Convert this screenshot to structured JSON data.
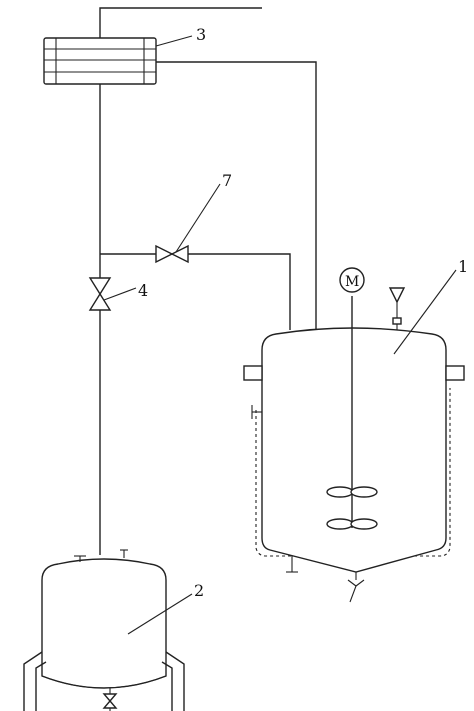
{
  "labels": {
    "reactor": "1",
    "receiver_tank": "2",
    "condenser": "3",
    "valve_vertical": "4",
    "valve_horizontal": "7",
    "motor_symbol": "M"
  }
}
